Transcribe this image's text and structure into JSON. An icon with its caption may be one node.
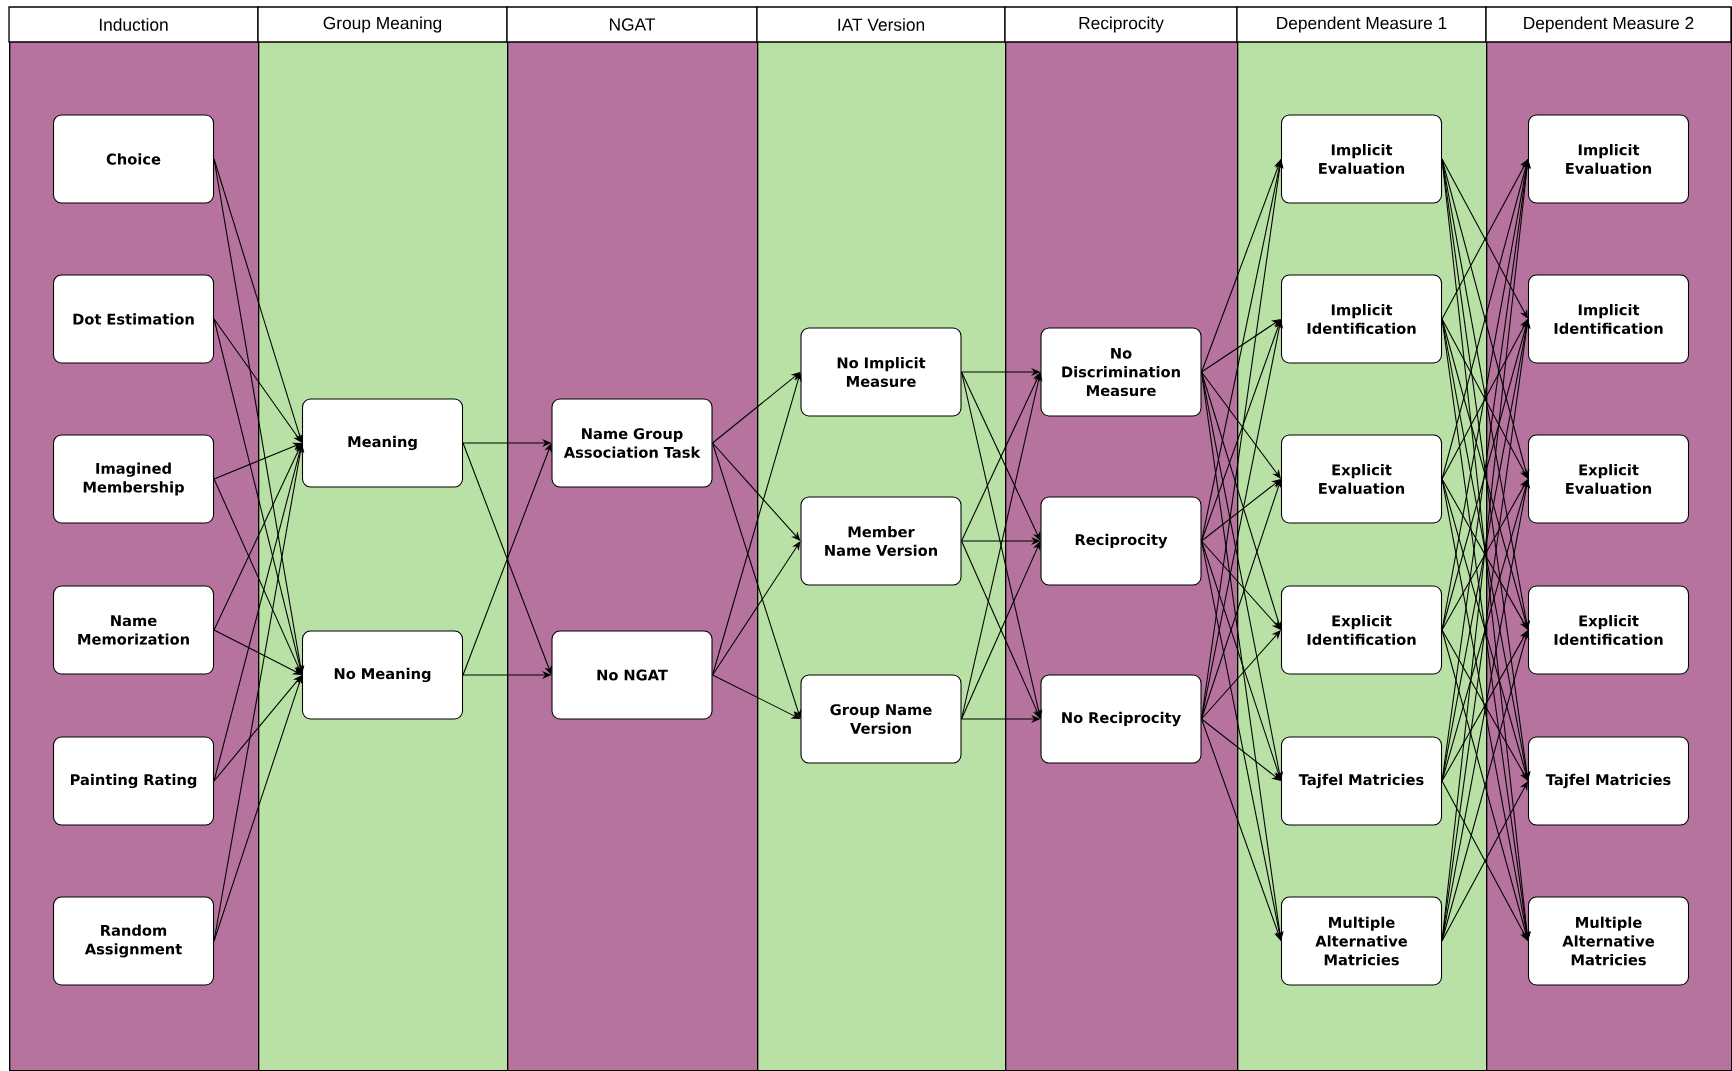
{
  "diagram": {
    "nodes": [
      {
        "text": [
          "Induction"
        ]
      },
      {
        "text": [
          "Choice"
        ],
        "in": 0
      },
      {
        "text": [
          "Dot Estimation"
        ],
        "in": 0
      },
      {
        "text": [
          "Imagined Membership"
        ],
        "in": 0
      },
      {
        "text": [
          "Name Memorization"
        ],
        "in": 0
      },
      {
        "text": [
          "Painting Rating"
        ],
        "in": 0
      },
      {
        "text": [
          "Random Assignment"
        ],
        "in": 0
      },
      {
        "text": [
          "Group Meaning"
        ]
      },
      {
        "text": [
          "Meaning"
        ],
        "in": 7
      },
      {
        "text": [
          "No Meaning"
        ],
        "in": 7
      },
      {
        "text": [
          "NGAT"
        ]
      },
      {
        "text": [
          "Name Group Association Task"
        ],
        "in": 10
      },
      {
        "text": [
          "No NGAT"
        ],
        "in": 10
      },
      {
        "text": [
          "IAT Version"
        ]
      },
      {
        "text": [
          "No Implicit Measure"
        ],
        "in": 13
      },
      {
        "text": [
          "Member Name Version"
        ],
        "in": 13
      },
      {
        "text": [
          "Group Name Version"
        ],
        "in": 13
      },
      {
        "text": [
          "Reciprocity"
        ]
      },
      {
        "text": [
          "No Discrimination Measure"
        ],
        "in": 17
      },
      {
        "text": [
          "Reciprocity"
        ],
        "in": 17
      },
      {
        "text": [
          "No Reciprocity"
        ],
        "in": 17
      },
      {
        "text": [
          "Dependent Measure 1"
        ]
      },
      {
        "text": [
          "Implicit Evaluation"
        ],
        "in": 21
      },
      {
        "text": [
          "Implicit Identification"
        ],
        "in": 21
      },
      {
        "text": [
          "Explicit Evaluation"
        ],
        "in": 21
      },
      {
        "text": [
          "Explicit Identification"
        ],
        "in": 21
      },
      {
        "text": [
          "Tajfel Matricies"
        ],
        "in": 21
      },
      {
        "text": [
          "Multiple Alternative Matricies"
        ],
        "in": 21
      },
      {
        "text": [
          "Dependent Measure 2"
        ]
      },
      {
        "text": [
          "Implicit Evaluation"
        ],
        "in": 28
      },
      {
        "text": [
          "Implicit Identification"
        ],
        "in": 28
      },
      {
        "text": [
          "Explicit Evaluation"
        ],
        "in": 28
      },
      {
        "text": [
          "Explicit Identification"
        ],
        "in": 28
      },
      {
        "text": [
          "Tajfel Matricies"
        ],
        "in": 28
      },
      {
        "text": [
          "Multiple Alternative Matricies"
        ],
        "in": 28
      }
    ],
    "edges": [
      {
        "from": 1,
        "to": 8,
        "arrow": "to"
      },
      {
        "from": 1,
        "to": 9,
        "arrow": "to"
      },
      {
        "from": 2,
        "to": 8,
        "arrow": "to"
      },
      {
        "from": 2,
        "to": 9,
        "arrow": "to"
      },
      {
        "from": 3,
        "to": 8,
        "arrow": "to"
      },
      {
        "from": 3,
        "to": 9,
        "arrow": "to"
      },
      {
        "from": 4,
        "to": 8,
        "arrow": "to"
      },
      {
        "from": 4,
        "to": 9,
        "arrow": "to"
      },
      {
        "from": 5,
        "to": 8,
        "arrow": "to"
      },
      {
        "from": 5,
        "to": 9,
        "arrow": "to"
      },
      {
        "from": 6,
        "to": 8,
        "arrow": "to"
      },
      {
        "from": 6,
        "to": 9,
        "arrow": "to"
      },
      {
        "from": 8,
        "to": 11,
        "arrow": "to"
      },
      {
        "from": 8,
        "to": 12,
        "arrow": "to"
      },
      {
        "from": 9,
        "to": 11,
        "arrow": "to"
      },
      {
        "from": 9,
        "to": 12,
        "arrow": "to"
      },
      {
        "from": 11,
        "to": 14,
        "arrow": "to"
      },
      {
        "from": 11,
        "to": 15,
        "arrow": "to"
      },
      {
        "from": 11,
        "to": 16,
        "arrow": "to"
      },
      {
        "from": 12,
        "to": 14,
        "arrow": "to"
      },
      {
        "from": 12,
        "to": 15,
        "arrow": "to"
      },
      {
        "from": 12,
        "to": 16,
        "arrow": "to"
      },
      {
        "from": 14,
        "to": 18,
        "arrow": "to"
      },
      {
        "from": 14,
        "to": 19,
        "arrow": "to"
      },
      {
        "from": 14,
        "to": 20,
        "arrow": "to"
      },
      {
        "from": 15,
        "to": 18,
        "arrow": "to"
      },
      {
        "from": 15,
        "to": 19,
        "arrow": "to"
      },
      {
        "from": 15,
        "to": 20,
        "arrow": "to"
      },
      {
        "from": 16,
        "to": 18,
        "arrow": "to"
      },
      {
        "from": 16,
        "to": 19,
        "arrow": "to"
      },
      {
        "from": 16,
        "to": 20,
        "arrow": "to"
      },
      {
        "from": 18,
        "to": 22,
        "arrow": "to"
      },
      {
        "from": 18,
        "to": 23,
        "arrow": "to"
      },
      {
        "from": 18,
        "to": 24,
        "arrow": "to"
      },
      {
        "from": 18,
        "to": 25,
        "arrow": "to"
      },
      {
        "from": 18,
        "to": 26,
        "arrow": "to"
      },
      {
        "from": 18,
        "to": 27,
        "arrow": "to"
      },
      {
        "from": 19,
        "to": 22,
        "arrow": "to"
      },
      {
        "from": 19,
        "to": 23,
        "arrow": "to"
      },
      {
        "from": 19,
        "to": 24,
        "arrow": "to"
      },
      {
        "from": 19,
        "to": 25,
        "arrow": "to"
      },
      {
        "from": 19,
        "to": 26,
        "arrow": "to"
      },
      {
        "from": 19,
        "to": 27,
        "arrow": "to"
      },
      {
        "from": 20,
        "to": 22,
        "arrow": "to"
      },
      {
        "from": 20,
        "to": 23,
        "arrow": "to"
      },
      {
        "from": 20,
        "to": 24,
        "arrow": "to"
      },
      {
        "from": 20,
        "to": 25,
        "arrow": "to"
      },
      {
        "from": 20,
        "to": 26,
        "arrow": "to"
      },
      {
        "from": 20,
        "to": 27,
        "arrow": "to"
      },
      {
        "from": 22,
        "to": 30,
        "arrow": "to"
      },
      {
        "from": 22,
        "to": 31,
        "arrow": "to"
      },
      {
        "from": 22,
        "to": 32,
        "arrow": "to"
      },
      {
        "from": 22,
        "to": 33,
        "arrow": "to"
      },
      {
        "from": 22,
        "to": 34,
        "arrow": "to"
      },
      {
        "from": 23,
        "to": 29,
        "arrow": "to"
      },
      {
        "from": 23,
        "to": 31,
        "arrow": "to"
      },
      {
        "from": 23,
        "to": 32,
        "arrow": "to"
      },
      {
        "from": 23,
        "to": 33,
        "arrow": "to"
      },
      {
        "from": 23,
        "to": 34,
        "arrow": "to"
      },
      {
        "from": 24,
        "to": 29,
        "arrow": "to"
      },
      {
        "from": 24,
        "to": 30,
        "arrow": "to"
      },
      {
        "from": 24,
        "to": 32,
        "arrow": "to"
      },
      {
        "from": 24,
        "to": 33,
        "arrow": "to"
      },
      {
        "from": 24,
        "to": 34,
        "arrow": "to"
      },
      {
        "from": 25,
        "to": 29,
        "arrow": "to"
      },
      {
        "from": 25,
        "to": 30,
        "arrow": "to"
      },
      {
        "from": 25,
        "to": 31,
        "arrow": "to"
      },
      {
        "from": 25,
        "to": 33,
        "arrow": "to"
      },
      {
        "from": 25,
        "to": 34,
        "arrow": "to"
      },
      {
        "from": 26,
        "to": 29,
        "arrow": "to"
      },
      {
        "from": 26,
        "to": 30,
        "arrow": "to"
      },
      {
        "from": 26,
        "to": 31,
        "arrow": "to"
      },
      {
        "from": 26,
        "to": 32,
        "arrow": "to"
      },
      {
        "from": 26,
        "to": 34,
        "arrow": "to"
      },
      {
        "from": 27,
        "to": 29,
        "arrow": "to"
      },
      {
        "from": 27,
        "to": 30,
        "arrow": "to"
      },
      {
        "from": 27,
        "to": 31,
        "arrow": "to"
      },
      {
        "from": 27,
        "to": 32,
        "arrow": "to"
      },
      {
        "from": 27,
        "to": 33,
        "arrow": "to"
      }
    ]
  }
}
